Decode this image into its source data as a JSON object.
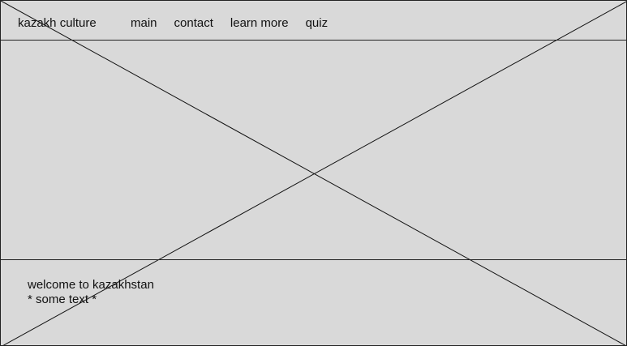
{
  "header": {
    "brand": "kazakh culture",
    "nav": [
      {
        "label": "main"
      },
      {
        "label": "contact"
      },
      {
        "label": "learn more"
      },
      {
        "label": "quiz"
      }
    ]
  },
  "hero": {
    "placeholder_icon": "image-placeholder-cross-icon"
  },
  "intro": {
    "title": "welcome to kazakhstan",
    "body": "* some text *"
  }
}
